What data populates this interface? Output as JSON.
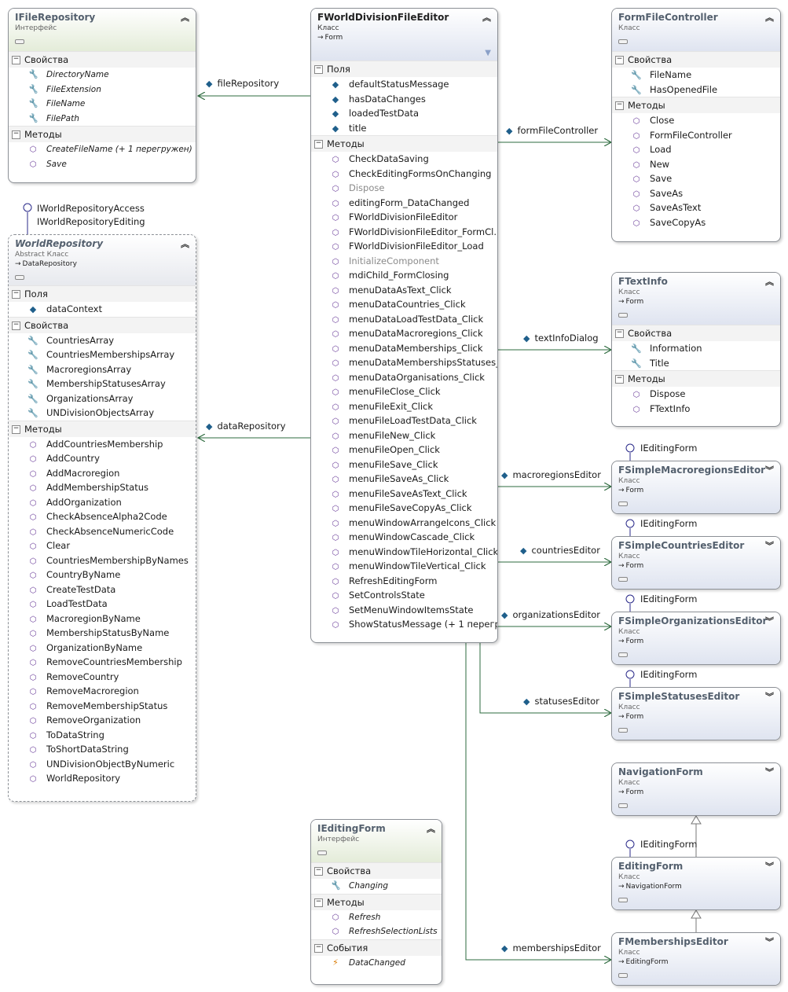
{
  "common": {
    "sec_fields": "Поля",
    "sec_props": "Свойства",
    "sec_methods": "Методы",
    "sec_events": "События",
    "class": "Класс",
    "interface": "Интерфейс",
    "abstract_class": "Abstract Класс",
    "form": "Form"
  },
  "ifile": {
    "title": "IFileRepository",
    "props": [
      "DirectoryName",
      "FileExtension",
      "FileName",
      "FilePath"
    ],
    "methods": [
      "CreateFileName (+ 1 перегружен)",
      "Save"
    ]
  },
  "worldrepo": {
    "title": "WorldRepository",
    "base": "DataRepository",
    "interfaces": [
      "IWorldRepositoryAccess",
      "IWorldRepositoryEditing"
    ],
    "fields": [
      "dataContext"
    ],
    "props": [
      "CountriesArray",
      "CountriesMembershipsArray",
      "MacroregionsArray",
      "MembershipStatusesArray",
      "OrganizationsArray",
      "UNDivisionObjectsArray"
    ],
    "methods": [
      "AddCountriesMembership",
      "AddCountry",
      "AddMacroregion",
      "AddMembershipStatus",
      "AddOrganization",
      "CheckAbsenceAlpha2Code",
      "CheckAbsenceNumericCode",
      "Clear",
      "CountriesMembershipByNames",
      "CountryByName",
      "CreateTestData",
      "LoadTestData",
      "MacroregionByName",
      "MembershipStatusByName",
      "OrganizationByName",
      "RemoveCountriesMembership",
      "RemoveCountry",
      "RemoveMacroregion",
      "RemoveMembershipStatus",
      "RemoveOrganization",
      "ToDataString",
      "ToShortDataString",
      "UNDivisionObjectByNumeric",
      "WorldRepository"
    ]
  },
  "main": {
    "title": "FWorldDivisionFileEditor",
    "fields": [
      "defaultStatusMessage",
      "hasDataChanges",
      "loadedTestData",
      "title"
    ],
    "methods": [
      "CheckDataSaving",
      "CheckEditingFormsOnChanging",
      "Dispose",
      "editingForm_DataChanged",
      "FWorldDivisionFileEditor",
      "FWorldDivisionFileEditor_FormCl...",
      "FWorldDivisionFileEditor_Load",
      "InitializeComponent",
      "mdiChild_FormClosing",
      "menuDataAsText_Click",
      "menuDataCountries_Click",
      "menuDataLoadTestData_Click",
      "menuDataMacroregions_Click",
      "menuDataMemberships_Click",
      "menuDataMembershipsStatuses_...",
      "menuDataOrganisations_Click",
      "menuFileClose_Click",
      "menuFileExit_Click",
      "menuFileLoadTestData_Click",
      "menuFileNew_Click",
      "menuFileOpen_Click",
      "menuFileSave_Click",
      "menuFileSaveAs_Click",
      "menuFileSaveAsText_Click",
      "menuFileSaveCopyAs_Click",
      "menuWindowArrangeIcons_Click",
      "menuWindowCascade_Click",
      "menuWindowTileHorizontal_Click",
      "menuWindowTileVertical_Click",
      "RefreshEditingForm",
      "SetControlsState",
      "SetMenuWindowItemsState",
      "ShowStatusMessage (+ 1 перегр..."
    ]
  },
  "iediting": {
    "title": "IEditingForm",
    "props": [
      "Changing"
    ],
    "methods": [
      "Refresh",
      "RefreshSelectionLists"
    ],
    "events": [
      "DataChanged"
    ]
  },
  "ffc": {
    "title": "FormFileController",
    "props": [
      "FileName",
      "HasOpenedFile"
    ],
    "methods": [
      "Close",
      "FormFileController",
      "Load",
      "New",
      "Save",
      "SaveAs",
      "SaveAsText",
      "SaveCopyAs"
    ]
  },
  "ftext": {
    "title": "FTextInfo",
    "props": [
      "Information",
      "Title"
    ],
    "methods": [
      "Dispose",
      "FTextInfo"
    ]
  },
  "collapsed": {
    "macro": {
      "title": "FSimpleMacroregionsEditor",
      "base": "Form"
    },
    "countries": {
      "title": "FSimpleCountriesEditor",
      "base": "Form"
    },
    "orgs": {
      "title": "FSimpleOrganizationsEditor",
      "base": "Form"
    },
    "statuses": {
      "title": "FSimpleStatusesEditor",
      "base": "Form"
    },
    "nav": {
      "title": "NavigationForm",
      "base": "Form"
    },
    "editing": {
      "title": "EditingForm",
      "base": "NavigationForm"
    },
    "memb": {
      "title": "FMembershipsEditor",
      "base": "EditingForm"
    }
  },
  "lollipop_iediting": "IEditingForm",
  "assoc": {
    "fileRepository": "fileRepository",
    "dataRepository": "dataRepository",
    "formFileController": "formFileController",
    "textInfoDialog": "textInfoDialog",
    "macroregionsEditor": "macroregionsEditor",
    "countriesEditor": "countriesEditor",
    "organizationsEditor": "organizationsEditor",
    "statusesEditor": "statusesEditor",
    "membershipsEditor": "membershipsEditor"
  }
}
